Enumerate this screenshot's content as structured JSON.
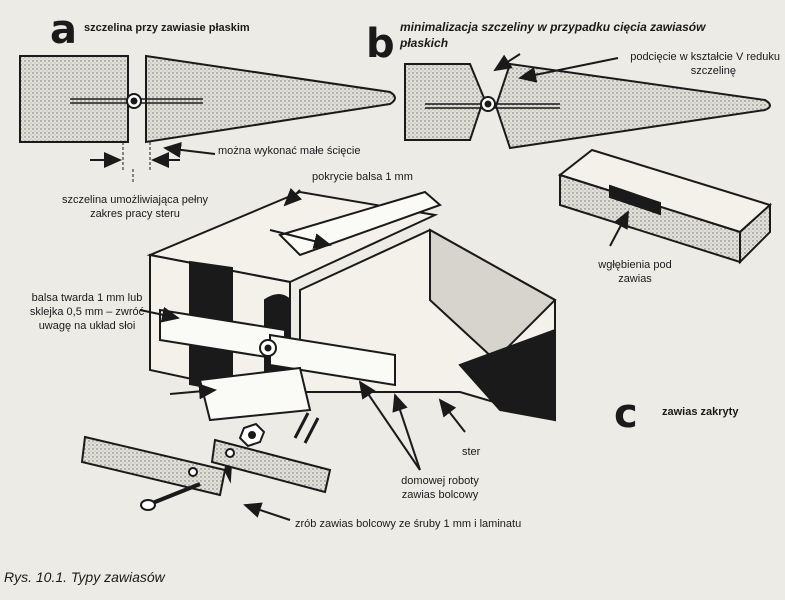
{
  "colors": {
    "ink": "#1a1a1a",
    "paper": "#ecebe6",
    "stipple": "#cfcfc8",
    "wood": "#f3f1ea"
  },
  "panel_a": {
    "letter": "a",
    "title": "szczelina przy zawiasie płaskim",
    "bevel_note": "można wykonać małe ścięcie",
    "gap_note_1": "szczelina umożliwiająca pełny",
    "gap_note_2": "zakres pracy steru"
  },
  "panel_b": {
    "letter": "b",
    "title_1": "minimalizacja szczeliny w przypadku cięcia zawiasów",
    "title_2": "płaskich",
    "note_1": "podcięcie w kształcie V reduku",
    "note_2": "szczelinę"
  },
  "panel_c": {
    "letter": "c",
    "title": "zawias zakryty",
    "covering": "pokrycie balsa 1 mm",
    "hard_1": "balsa twarda 1 mm lub",
    "hard_2": "sklejka 0,5 mm – zwróć",
    "hard_3": "uwagę na układ słoi",
    "recess_1": "wgłębienia pod",
    "recess_2": "zawias",
    "rudder": "ster",
    "homemade_1": "domowej roboty",
    "homemade_2": "zawias bolcowy",
    "make_pin": "zrób zawias bolcowy ze śruby 1 mm i laminatu"
  },
  "caption": "Rys. 10.1. Typy zawiasów",
  "icons": [
    "hinge-pin-icon",
    "screw-icon",
    "nut-icon"
  ]
}
